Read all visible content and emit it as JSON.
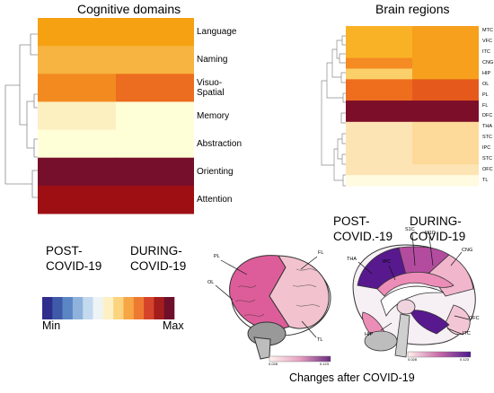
{
  "cognitive": {
    "title": "Cognitive domains",
    "rows": [
      {
        "label": "Language",
        "post": "#f6a112",
        "during": "#f6a112"
      },
      {
        "label": "Naming",
        "post": "#f7b441",
        "during": "#f7b441"
      },
      {
        "label": "Visuo-\nSpatial",
        "post": "#f28a1f",
        "during": "#ec6d1f"
      },
      {
        "label": "Memory",
        "post": "#fcf0c1",
        "during": "#feffd7"
      },
      {
        "label": "Abstraction",
        "post": "#feffd7",
        "during": "#feffd7"
      },
      {
        "label": "Orienting",
        "post": "#760f2c",
        "during": "#760f2c"
      },
      {
        "label": "Attention",
        "post": "#9e0f14",
        "during": "#9e0f14"
      }
    ],
    "col_post": "POST-\nCOVID-19",
    "col_during": "DURING-\nCOVID-19"
  },
  "brain": {
    "title": "Brain regions",
    "rows": [
      {
        "label": "MTC",
        "post": "#f9b225",
        "during": "#f6a01d"
      },
      {
        "label": "VFC",
        "post": "#f9b225",
        "during": "#f6a01d"
      },
      {
        "label": "ITC",
        "post": "#f9b225",
        "during": "#f6a01d"
      },
      {
        "label": "CNG",
        "post": "#f48b23",
        "during": "#f6a01d"
      },
      {
        "label": "HIP",
        "post": "#fbcf6a",
        "during": "#f6a01d"
      },
      {
        "label": "OL",
        "post": "#ee6e1e",
        "during": "#e55a1c"
      },
      {
        "label": "PL",
        "post": "#ee6e1e",
        "during": "#e55a1c"
      },
      {
        "label": "FL",
        "post": "#7c0e2a",
        "during": "#7c0e2a"
      },
      {
        "label": "DFC",
        "post": "#7c0e2a",
        "during": "#7c0e2a"
      },
      {
        "label": "THA",
        "post": "#fde4b4",
        "during": "#fdd99a"
      },
      {
        "label": "STC",
        "post": "#fde4b4",
        "during": "#fdd99a"
      },
      {
        "label": "IPC",
        "post": "#fde4b4",
        "during": "#fdd99a"
      },
      {
        "label": "STC",
        "post": "#fde4b4",
        "during": "#fdd99a"
      },
      {
        "label": "OFC",
        "post": "#fde4b4",
        "during": "#fde4b4"
      },
      {
        "label": "TL",
        "post": "#fefbe0",
        "during": "#fefbe0"
      }
    ],
    "col_post": "POST-\nCOVID.-19",
    "col_during": "DURING-\nCOVID-19"
  },
  "legend": {
    "min_label": "Min",
    "max_label": "Max",
    "colors": [
      "#2f2e8c",
      "#3f5aa8",
      "#5a87c4",
      "#8fb2dc",
      "#c3d9ee",
      "#eef3f6",
      "#fdf0c4",
      "#fcd37e",
      "#f7a646",
      "#ee7a32",
      "#d5442a",
      "#a41d1d",
      "#6e0f2b"
    ]
  },
  "lateral_view": {
    "labels": [
      "PL",
      "FL",
      "OL",
      "TL"
    ],
    "scale_min": "0.028",
    "scale_max": "0.123"
  },
  "medial_view": {
    "labels": [
      "S1C",
      "M1C",
      "IPC",
      "THA",
      "CNG",
      "OFC",
      "HIP",
      "ITC"
    ],
    "scale_min": "0.028",
    "scale_max": "0.123"
  },
  "caption": "Changes after COVID-19",
  "colors": {
    "lateral_dark": "#dd5d9a",
    "lateral_light": "#f2c3cf",
    "medial_dark": "#58198f",
    "medial_mid": "#b34c9f",
    "medial_pink": "#ec8db7"
  }
}
